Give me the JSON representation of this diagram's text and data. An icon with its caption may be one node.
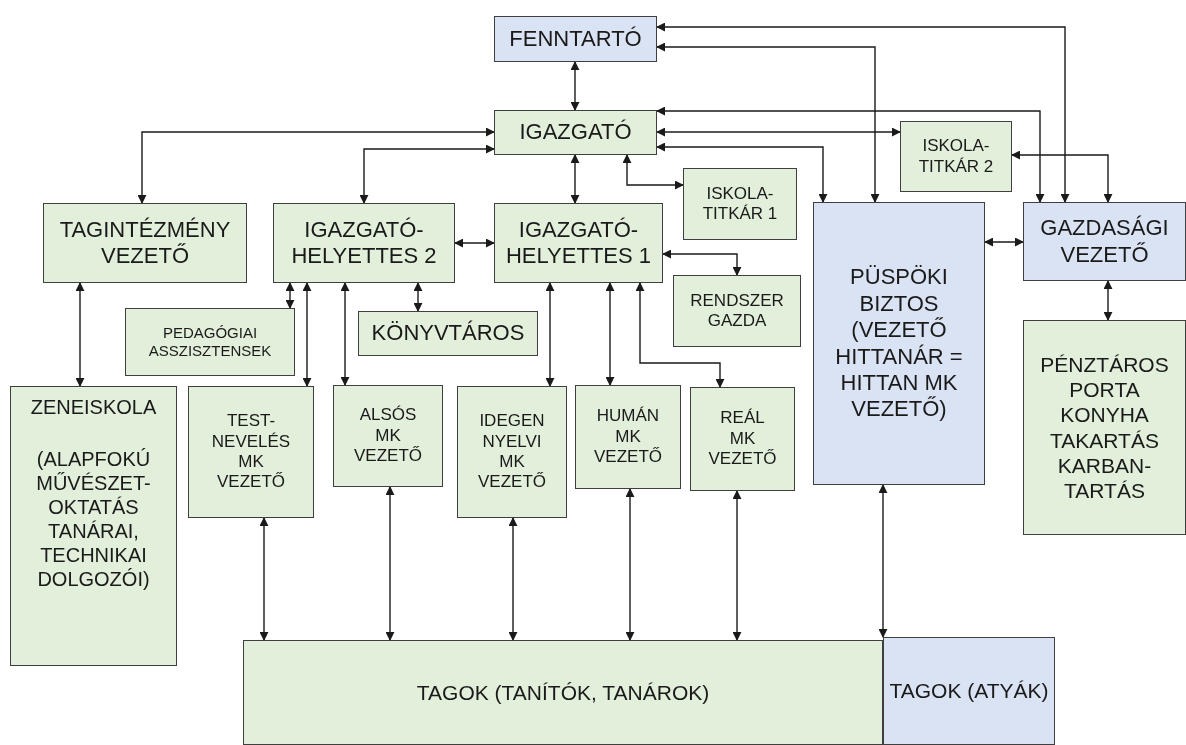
{
  "diagram": {
    "nodes": [
      {
        "text": [
          "FENNTARTÓ"
        ]
      },
      {
        "text": [
          "IGAZGATÓ"
        ]
      },
      {
        "text": [
          "ISKOLA- TITKÁR 2"
        ]
      },
      {
        "text": [
          "TAGINTÉZMÉNY VEZETŐ"
        ]
      },
      {
        "text": [
          "IGAZGATÓ- HELYETTES 2"
        ]
      },
      {
        "text": [
          "IGAZGATÓ- HELYETTES 1"
        ]
      },
      {
        "text": [
          "ISKOLA- TITKÁR 1"
        ]
      },
      {
        "text": [
          "PÜSPÖKI BIZTOS (VEZETŐ HITTANÁR = HITTAN MK VEZETŐ)"
        ]
      },
      {
        "text": [
          "GAZDASÁGI VEZETŐ"
        ]
      },
      {
        "text": [
          "PEDAGÓGIAI ASSZISZTENSEK"
        ]
      },
      {
        "text": [
          "KÖNYVTÁROS"
        ]
      },
      {
        "text": [
          "RENDSZER GAZDA"
        ]
      },
      {
        "text": [
          "PÉNZTÁROS PORTA KONYHA TAKARTÁS KARBAN- TARTÁS"
        ]
      },
      {
        "text": [
          "ZENEISKOLA",
          "(ALAPFOKÚ MŰVÉSZET- OKTATÁS TANÁRAI, TECHNIKAI DOLGOZÓI)"
        ]
      },
      {
        "text": [
          "TEST- NEVELÉS MK VEZETŐ"
        ]
      },
      {
        "text": [
          "ALSÓS MK VEZETŐ"
        ]
      },
      {
        "text": [
          "IDEGEN NYELVI MK VEZETŐ"
        ]
      },
      {
        "text": [
          "HUMÁN MK VEZETŐ"
        ]
      },
      {
        "text": [
          "REÁL MK VEZETŐ"
        ]
      },
      {
        "text": [
          "TAGOK (TANÍTÓK, TANÁROK)"
        ]
      },
      {
        "text": [
          "TAGOK (ATYÁK)"
        ]
      }
    ],
    "edges": [
      {
        "from": 0,
        "to": 1,
        "arrow": "both"
      },
      {
        "from": 0,
        "to": 8,
        "arrow": "both"
      },
      {
        "from": 0,
        "to": 7,
        "arrow": "both"
      },
      {
        "from": 1,
        "to": 8,
        "arrow": "both"
      },
      {
        "from": 1,
        "to": 2,
        "arrow": "both"
      },
      {
        "from": 1,
        "to": 7,
        "arrow": "both"
      },
      {
        "from": 1,
        "to": 6,
        "arrow": "both"
      },
      {
        "from": 1,
        "to": 3,
        "arrow": "both"
      },
      {
        "from": 1,
        "to": 4,
        "arrow": "both"
      },
      {
        "from": 1,
        "to": 5,
        "arrow": "both"
      },
      {
        "from": 2,
        "to": 8,
        "arrow": "both"
      },
      {
        "from": 4,
        "to": 5,
        "arrow": "both"
      },
      {
        "from": 5,
        "to": 11,
        "arrow": "both"
      },
      {
        "from": 7,
        "to": 8,
        "arrow": "both"
      },
      {
        "from": 8,
        "to": 12,
        "arrow": "both"
      },
      {
        "from": 3,
        "to": 13,
        "arrow": "both"
      },
      {
        "from": 4,
        "to": 9,
        "arrow": "both"
      },
      {
        "from": 4,
        "to": 14,
        "arrow": "both"
      },
      {
        "from": 4,
        "to": 15,
        "arrow": "both"
      },
      {
        "from": 4,
        "to": 10,
        "arrow": "both"
      },
      {
        "from": 5,
        "to": 16,
        "arrow": "both"
      },
      {
        "from": 5,
        "to": 17,
        "arrow": "both"
      },
      {
        "from": 5,
        "to": 18,
        "arrow": "both"
      },
      {
        "from": 14,
        "to": 19,
        "arrow": "both"
      },
      {
        "from": 15,
        "to": 19,
        "arrow": "both"
      },
      {
        "from": 16,
        "to": 19,
        "arrow": "both"
      },
      {
        "from": 17,
        "to": 19,
        "arrow": "both"
      },
      {
        "from": 18,
        "to": 19,
        "arrow": "both"
      },
      {
        "from": 7,
        "to": 20,
        "arrow": "both"
      }
    ]
  }
}
